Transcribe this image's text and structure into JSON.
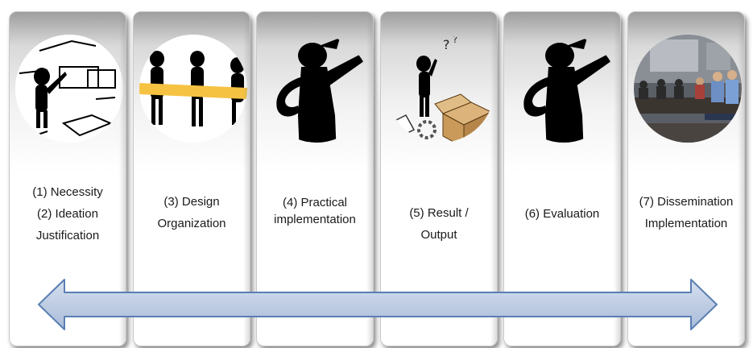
{
  "steps": [
    {
      "id": "step-1",
      "lines": [
        "(1) Necessity",
        "(2) Ideation",
        "Justification"
      ],
      "icon": "planning-figure-icon"
    },
    {
      "id": "step-3",
      "lines": [
        "(3) Design",
        "Organization"
      ],
      "icon": "team-figures-icon"
    },
    {
      "id": "step-4",
      "lines": [
        "(4) Practical",
        "implementation"
      ],
      "icon": "pointing-figure-icon"
    },
    {
      "id": "step-5",
      "lines": [
        "(5) Result /",
        "Output"
      ],
      "icon": "thinking-figure-box-icon"
    },
    {
      "id": "step-6",
      "lines": [
        "(6) Evaluation"
      ],
      "icon": "pointing-figure-icon"
    },
    {
      "id": "step-7",
      "lines": [
        "(7) Dissemination",
        "Implementation"
      ],
      "icon": "audience-photo-icon"
    }
  ],
  "colors": {
    "arrow_fill": "#bccbe2",
    "arrow_stroke": "#5a7fb3",
    "highlight_band": "#f5c242",
    "box_tan": "#c99a5a"
  }
}
